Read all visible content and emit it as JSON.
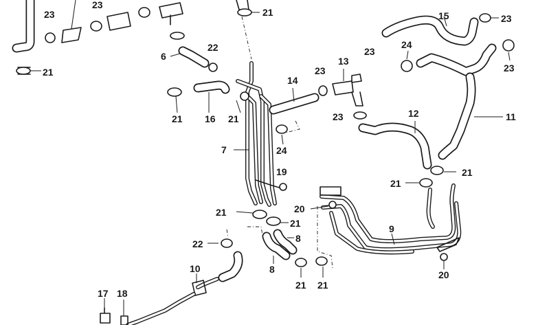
{
  "diagram": {
    "labels": [
      "23",
      "23",
      "21",
      "21",
      "15",
      "23",
      "24",
      "23",
      "13",
      "23",
      "23",
      "6",
      "22",
      "14",
      "21",
      "16",
      "21",
      "12",
      "11",
      "23",
      "24",
      "7",
      "19",
      "21",
      "21",
      "20",
      "21",
      "21",
      "8",
      "9",
      "22",
      "8",
      "21",
      "21",
      "20",
      "10",
      "17",
      "18"
    ]
  }
}
